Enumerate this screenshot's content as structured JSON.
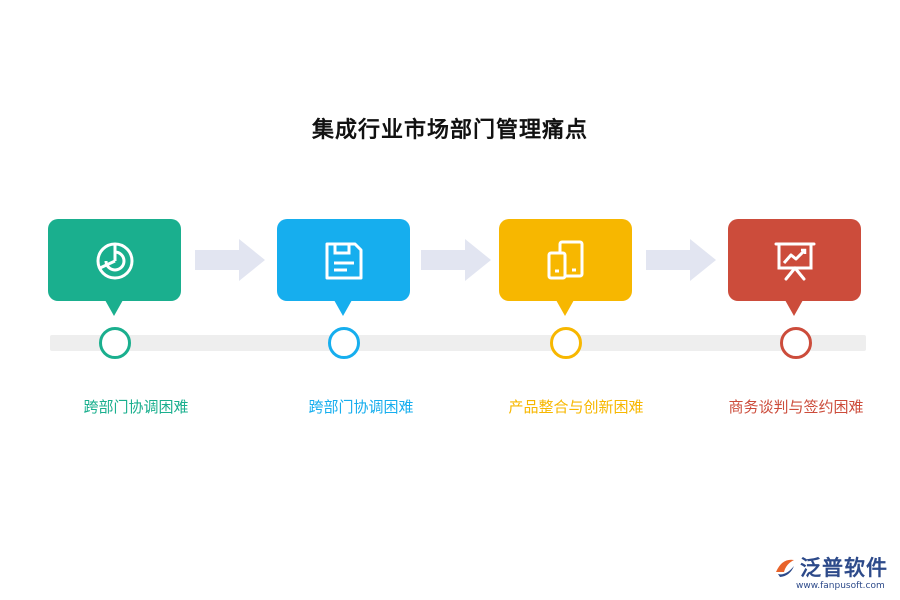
{
  "title": "集成行业市场部门管理痛点",
  "colors": {
    "teal": "#1aaf8e",
    "blue": "#16aeee",
    "yellow": "#f7b700",
    "red": "#cc4c3b",
    "arrow": "#e2e5f1",
    "track": "#eeeeee"
  },
  "steps": [
    {
      "label": "跨部门协调困难",
      "color": "#1aaf8e",
      "icon": "pie-chart-icon"
    },
    {
      "label": "跨部门协调困难",
      "color": "#16aeee",
      "icon": "save-disk-icon"
    },
    {
      "label": "产品整合与创新困难",
      "color": "#f7b700",
      "icon": "devices-icon"
    },
    {
      "label": "商务谈判与签约困难",
      "color": "#cc4c3b",
      "icon": "presentation-chart-icon"
    }
  ],
  "brand": {
    "name": "泛普软件",
    "url": "www.fanpusoft.com"
  }
}
